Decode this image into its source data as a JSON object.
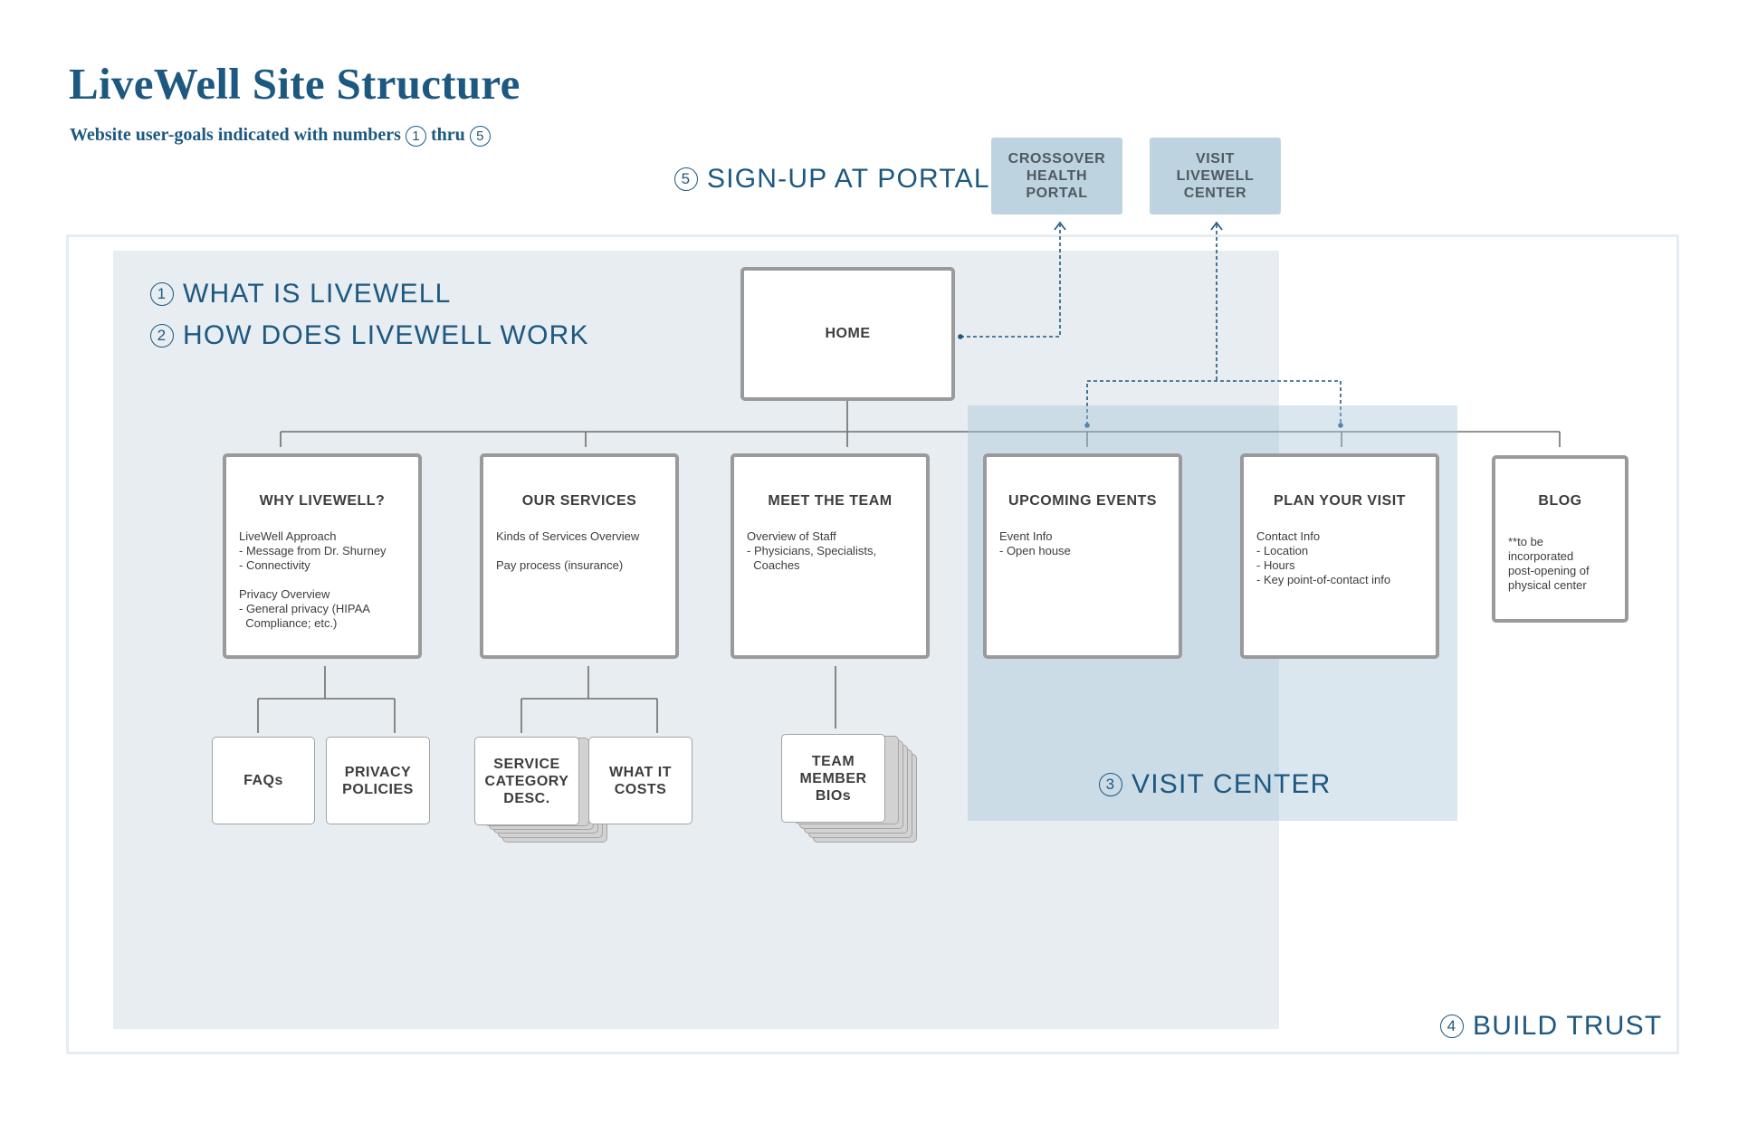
{
  "header": {
    "title": "LiveWell Site Structure",
    "subtitle_pre": "Website user-goals indicated with numbers",
    "subtitle_mid": "thru",
    "num_first": "1",
    "num_last": "5"
  },
  "goals": [
    {
      "num": "1",
      "label": "WHAT IS LIVEWELL"
    },
    {
      "num": "2",
      "label": "HOW DOES LIVEWELL WORK"
    },
    {
      "num": "3",
      "label": "VISIT CENTER"
    },
    {
      "num": "4",
      "label": "BUILD TRUST"
    },
    {
      "num": "5",
      "label": "SIGN-UP AT PORTAL"
    }
  ],
  "external": {
    "portal": "CROSSOVER\nHEALTH\nPORTAL",
    "center": "VISIT\nLIVEWELL\nCENTER"
  },
  "home": {
    "label": "HOME"
  },
  "pages": [
    {
      "title": "WHY LIVEWELL?",
      "body": "LiveWell Approach\n- Message from Dr. Shurney\n- Connectivity\n\nPrivacy Overview\n- General privacy (HIPAA\n  Compliance; etc.)"
    },
    {
      "title": "OUR SERVICES",
      "body": "Kinds of Services Overview\n\nPay process (insurance)"
    },
    {
      "title": "MEET THE TEAM",
      "body": "Overview of Staff\n- Physicians, Specialists,\n  Coaches"
    },
    {
      "title": "UPCOMING EVENTS",
      "body": "Event Info\n- Open house"
    },
    {
      "title": "PLAN YOUR VISIT",
      "body": "Contact Info\n- Location\n- Hours\n- Key point-of-contact info"
    },
    {
      "title": "BLOG",
      "body": "**to be\nincorporated\npost-opening of\nphysical center"
    }
  ],
  "subpages": {
    "faqs": "FAQs",
    "privacy": "PRIVACY\nPOLICIES",
    "service_category": "SERVICE\nCATEGORY\nDESC.",
    "what_it_costs": "WHAT IT\nCOSTS",
    "team_bios": "TEAM\nMEMBER\nBIOs"
  },
  "colors": {
    "accent": "#1d5881",
    "portal": "#bed3e0",
    "region": "#e7edf1"
  }
}
